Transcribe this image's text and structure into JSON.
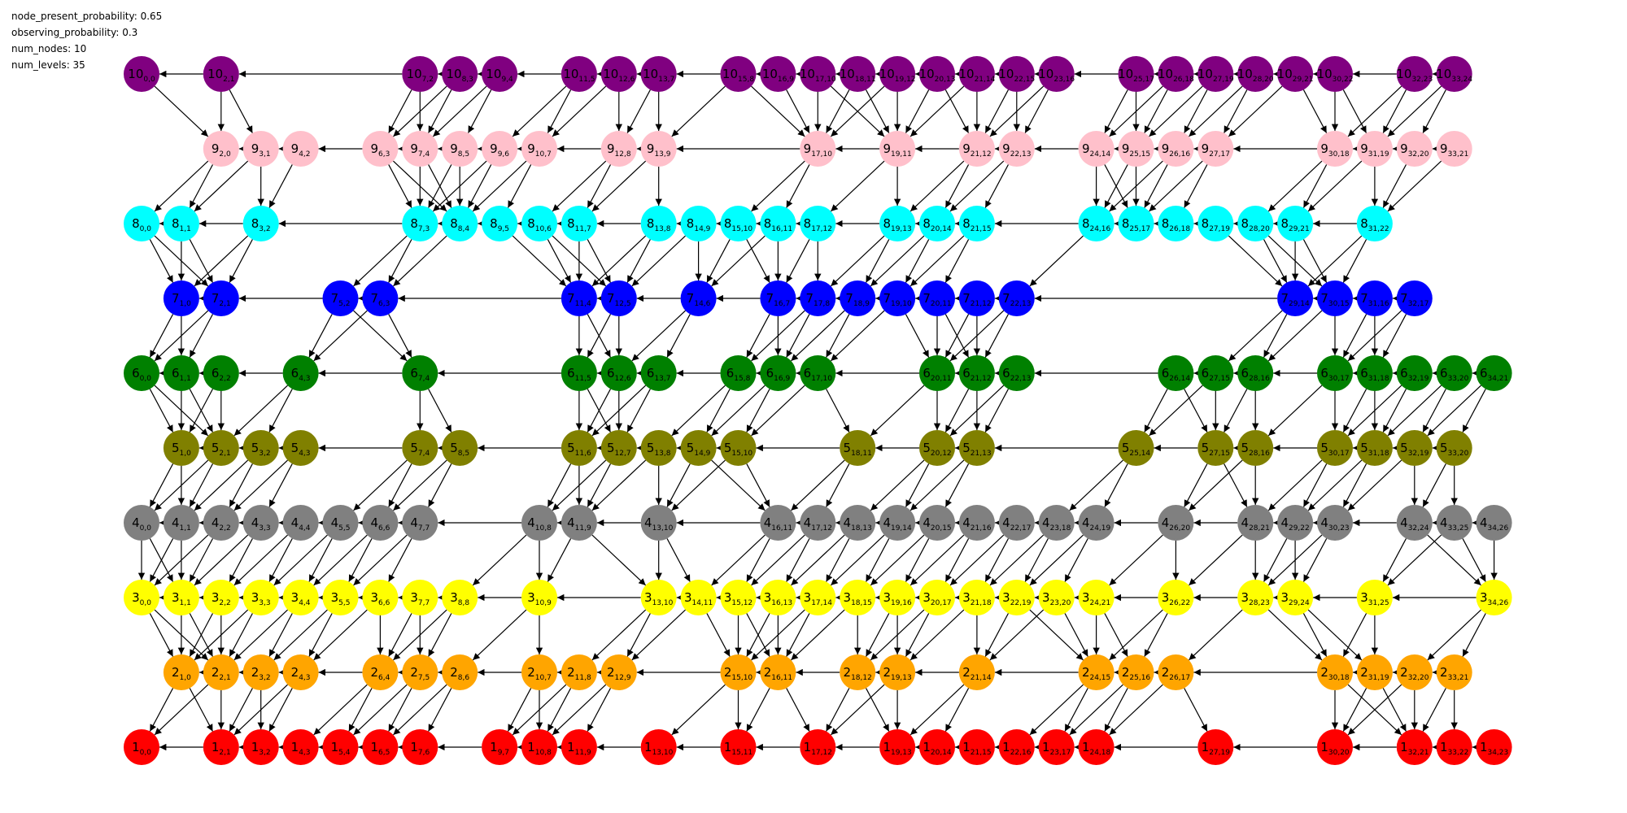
{
  "parameters": [
    "node_present_probability: 0.65",
    "observing_probability: 0.3",
    "num_nodes: 10",
    "num_levels: 35"
  ],
  "level_colors": {
    "1": "#ff0000",
    "2": "#ffa500",
    "3": "#ffff00",
    "4": "#808080",
    "5": "#808000",
    "6": "#008000",
    "7": "#0000ff",
    "8": "#00ffff",
    "9": "#ffc0cb",
    "10": "#800080"
  },
  "nodes_by_node_level": {
    "10": [
      [
        0,
        0
      ],
      [
        2,
        1
      ],
      [
        7,
        2
      ],
      [
        8,
        3
      ],
      [
        9,
        4
      ],
      [
        11,
        5
      ],
      [
        12,
        6
      ],
      [
        13,
        7
      ],
      [
        15,
        8
      ],
      [
        16,
        9
      ],
      [
        17,
        10
      ],
      [
        18,
        11
      ],
      [
        19,
        12
      ],
      [
        20,
        13
      ],
      [
        21,
        14
      ],
      [
        22,
        15
      ],
      [
        23,
        16
      ],
      [
        25,
        17
      ],
      [
        26,
        18
      ],
      [
        27,
        19
      ],
      [
        28,
        20
      ],
      [
        29,
        21
      ],
      [
        30,
        22
      ],
      [
        32,
        23
      ],
      [
        33,
        24
      ]
    ],
    "9": [
      [
        2,
        0
      ],
      [
        3,
        1
      ],
      [
        4,
        2
      ],
      [
        6,
        3
      ],
      [
        7,
        4
      ],
      [
        8,
        5
      ],
      [
        9,
        6
      ],
      [
        10,
        7
      ],
      [
        12,
        8
      ],
      [
        13,
        9
      ],
      [
        17,
        10
      ],
      [
        19,
        11
      ],
      [
        21,
        12
      ],
      [
        22,
        13
      ],
      [
        24,
        14
      ],
      [
        25,
        15
      ],
      [
        26,
        16
      ],
      [
        27,
        17
      ],
      [
        30,
        18
      ],
      [
        31,
        19
      ],
      [
        32,
        20
      ],
      [
        33,
        21
      ]
    ],
    "8": [
      [
        0,
        0
      ],
      [
        1,
        1
      ],
      [
        3,
        2
      ],
      [
        7,
        3
      ],
      [
        8,
        4
      ],
      [
        9,
        5
      ],
      [
        10,
        6
      ],
      [
        11,
        7
      ],
      [
        13,
        8
      ],
      [
        14,
        9
      ],
      [
        15,
        10
      ],
      [
        16,
        11
      ],
      [
        17,
        12
      ],
      [
        19,
        13
      ],
      [
        20,
        14
      ],
      [
        21,
        15
      ],
      [
        24,
        16
      ],
      [
        25,
        17
      ],
      [
        26,
        18
      ],
      [
        27,
        19
      ],
      [
        28,
        20
      ],
      [
        29,
        21
      ],
      [
        31,
        22
      ]
    ],
    "7": [
      [
        1,
        0
      ],
      [
        2,
        1
      ],
      [
        5,
        2
      ],
      [
        6,
        3
      ],
      [
        11,
        4
      ],
      [
        12,
        5
      ],
      [
        14,
        6
      ],
      [
        16,
        7
      ],
      [
        17,
        8
      ],
      [
        18,
        9
      ],
      [
        19,
        10
      ],
      [
        20,
        11
      ],
      [
        21,
        12
      ],
      [
        22,
        13
      ],
      [
        29,
        14
      ],
      [
        30,
        15
      ],
      [
        31,
        16
      ],
      [
        32,
        17
      ]
    ],
    "6": [
      [
        0,
        0
      ],
      [
        1,
        1
      ],
      [
        2,
        2
      ],
      [
        4,
        3
      ],
      [
        7,
        4
      ],
      [
        11,
        5
      ],
      [
        12,
        6
      ],
      [
        13,
        7
      ],
      [
        15,
        8
      ],
      [
        16,
        9
      ],
      [
        17,
        10
      ],
      [
        20,
        11
      ],
      [
        21,
        12
      ],
      [
        22,
        13
      ],
      [
        26,
        14
      ],
      [
        27,
        15
      ],
      [
        28,
        16
      ],
      [
        30,
        17
      ],
      [
        31,
        18
      ],
      [
        32,
        19
      ],
      [
        33,
        20
      ],
      [
        34,
        21
      ]
    ],
    "5": [
      [
        1,
        0
      ],
      [
        2,
        1
      ],
      [
        3,
        2
      ],
      [
        4,
        3
      ],
      [
        7,
        4
      ],
      [
        8,
        5
      ],
      [
        11,
        6
      ],
      [
        12,
        7
      ],
      [
        13,
        8
      ],
      [
        14,
        9
      ],
      [
        15,
        10
      ],
      [
        18,
        11
      ],
      [
        20,
        12
      ],
      [
        21,
        13
      ],
      [
        25,
        14
      ],
      [
        27,
        15
      ],
      [
        28,
        16
      ],
      [
        30,
        17
      ],
      [
        31,
        18
      ],
      [
        32,
        19
      ],
      [
        33,
        20
      ]
    ],
    "4": [
      [
        0,
        0
      ],
      [
        1,
        1
      ],
      [
        2,
        2
      ],
      [
        3,
        3
      ],
      [
        4,
        4
      ],
      [
        5,
        5
      ],
      [
        6,
        6
      ],
      [
        7,
        7
      ],
      [
        10,
        8
      ],
      [
        11,
        9
      ],
      [
        13,
        10
      ],
      [
        16,
        11
      ],
      [
        17,
        12
      ],
      [
        18,
        13
      ],
      [
        19,
        14
      ],
      [
        20,
        15
      ],
      [
        21,
        16
      ],
      [
        22,
        17
      ],
      [
        23,
        18
      ],
      [
        24,
        19
      ],
      [
        26,
        20
      ],
      [
        28,
        21
      ],
      [
        29,
        22
      ],
      [
        30,
        23
      ],
      [
        32,
        24
      ],
      [
        33,
        25
      ],
      [
        34,
        26
      ]
    ],
    "3": [
      [
        0,
        0
      ],
      [
        1,
        1
      ],
      [
        2,
        2
      ],
      [
        3,
        3
      ],
      [
        4,
        4
      ],
      [
        5,
        5
      ],
      [
        6,
        6
      ],
      [
        7,
        7
      ],
      [
        8,
        8
      ],
      [
        10,
        9
      ],
      [
        13,
        10
      ],
      [
        14,
        11
      ],
      [
        15,
        12
      ],
      [
        16,
        13
      ],
      [
        17,
        14
      ],
      [
        18,
        15
      ],
      [
        19,
        16
      ],
      [
        20,
        17
      ],
      [
        21,
        18
      ],
      [
        22,
        19
      ],
      [
        23,
        20
      ],
      [
        24,
        21
      ],
      [
        26,
        22
      ],
      [
        28,
        23
      ],
      [
        29,
        24
      ],
      [
        31,
        25
      ],
      [
        34,
        26
      ]
    ],
    "2": [
      [
        1,
        0
      ],
      [
        2,
        1
      ],
      [
        3,
        2
      ],
      [
        4,
        3
      ],
      [
        6,
        4
      ],
      [
        7,
        5
      ],
      [
        8,
        6
      ],
      [
        10,
        7
      ],
      [
        11,
        8
      ],
      [
        12,
        9
      ],
      [
        15,
        10
      ],
      [
        16,
        11
      ],
      [
        18,
        12
      ],
      [
        19,
        13
      ],
      [
        21,
        14
      ],
      [
        24,
        15
      ],
      [
        25,
        16
      ],
      [
        26,
        17
      ],
      [
        30,
        18
      ],
      [
        31,
        19
      ],
      [
        32,
        20
      ],
      [
        33,
        21
      ]
    ],
    "1": [
      [
        0,
        0
      ],
      [
        2,
        1
      ],
      [
        3,
        2
      ],
      [
        4,
        3
      ],
      [
        5,
        4
      ],
      [
        6,
        5
      ],
      [
        7,
        6
      ],
      [
        9,
        7
      ],
      [
        10,
        8
      ],
      [
        11,
        9
      ],
      [
        13,
        10
      ],
      [
        15,
        11
      ],
      [
        17,
        12
      ],
      [
        19,
        13
      ],
      [
        20,
        14
      ],
      [
        21,
        15
      ],
      [
        22,
        16
      ],
      [
        23,
        17
      ],
      [
        24,
        18
      ],
      [
        27,
        19
      ],
      [
        30,
        20
      ],
      [
        32,
        21
      ],
      [
        33,
        22
      ],
      [
        34,
        23
      ]
    ]
  }
}
